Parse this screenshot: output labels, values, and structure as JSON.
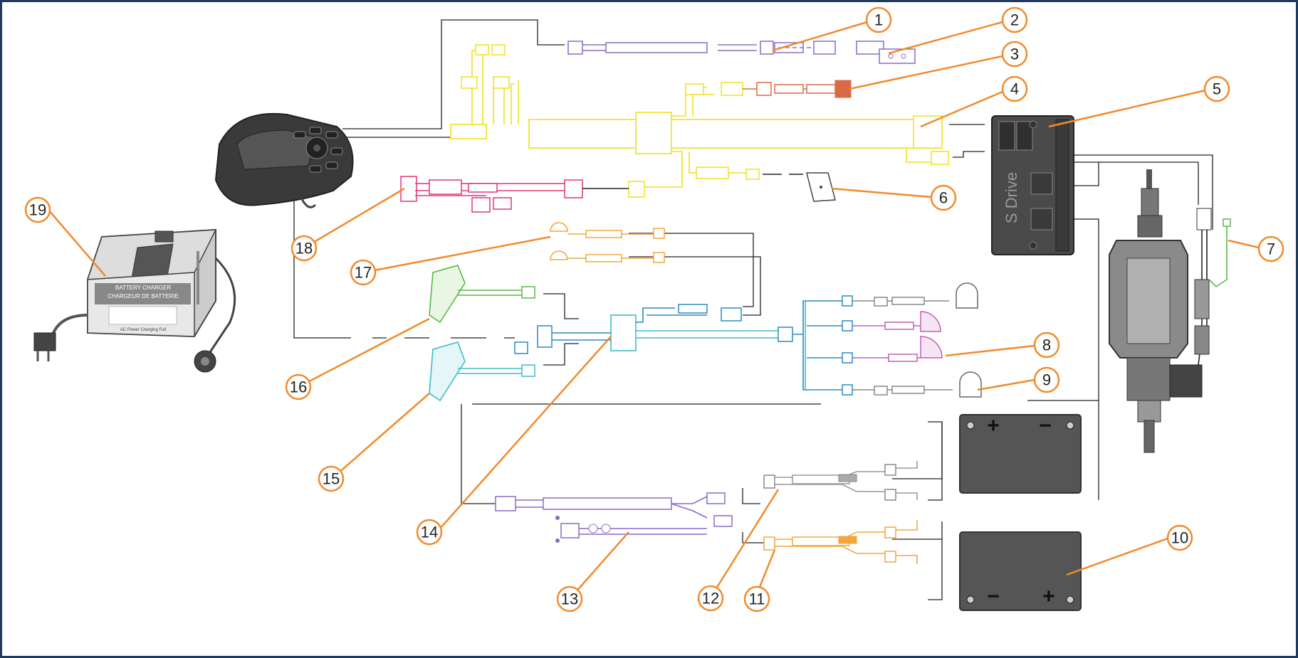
{
  "colors": {
    "frame": "#1f3a5a",
    "callout": "#f28a2b",
    "yellow": "#f2e01e",
    "purple": "#8a6bc4",
    "red": "#d96a45",
    "pink": "#e0357a",
    "orange": "#f3a73a",
    "green": "#59b849",
    "cyan": "#3fbcc9",
    "blue": "#2a8cc0",
    "magenta": "#c060b8",
    "black": "#222222",
    "controller": "#4a4a4a",
    "battery": "#555555"
  },
  "components": {
    "controller": {
      "brand": "S Drive"
    },
    "charger": {
      "label_en": "BATTERY CHARGER",
      "label_fr": "CHARGEUR DE BATTERIE",
      "legend": "AC Power   Charging   Full"
    },
    "battery_1": {
      "plus": "+",
      "minus": "−"
    },
    "battery_2": {
      "plus": "+",
      "minus": "−"
    }
  },
  "callouts": [
    "1",
    "2",
    "3",
    "4",
    "5",
    "6",
    "7",
    "8",
    "9",
    "10",
    "11",
    "12",
    "13",
    "14",
    "15",
    "16",
    "17",
    "18",
    "19"
  ]
}
